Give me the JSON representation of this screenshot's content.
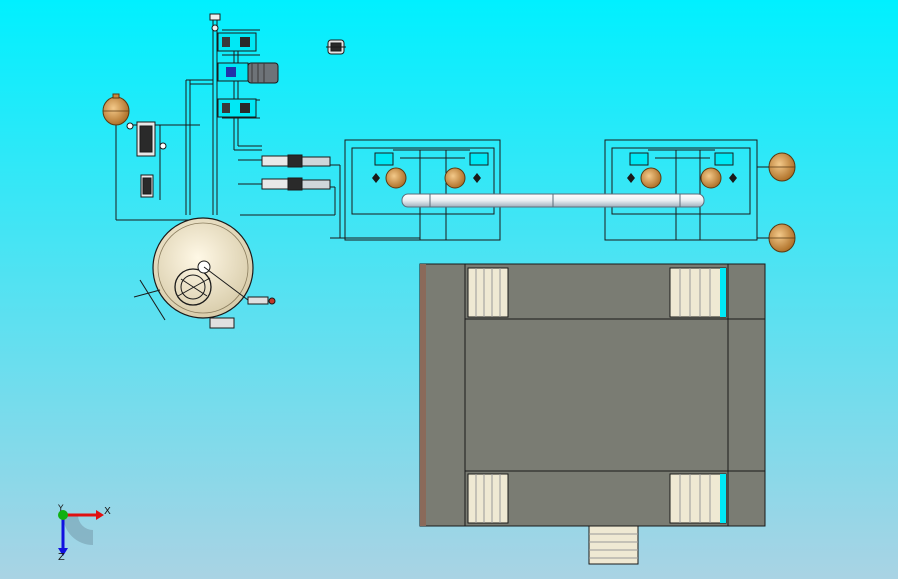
{
  "triad": {
    "x_label": "X",
    "y_label": "Y",
    "z_label": "Z"
  },
  "colors": {
    "bg_top": "#00f0ff",
    "bg_bottom": "#a9d3e4",
    "line": "#1a1a1a",
    "floor": "#7a7c73",
    "floor_dark": "#5c5e56",
    "rail": "#efe9d3",
    "tank": "#f1e8cf",
    "copper": "#c98a3c",
    "pump_dark": "#2a2a2a",
    "motor_grey": "#6e7378",
    "axis_x": "#e01010",
    "axis_y": "#10b010",
    "axis_z": "#1010e0"
  }
}
